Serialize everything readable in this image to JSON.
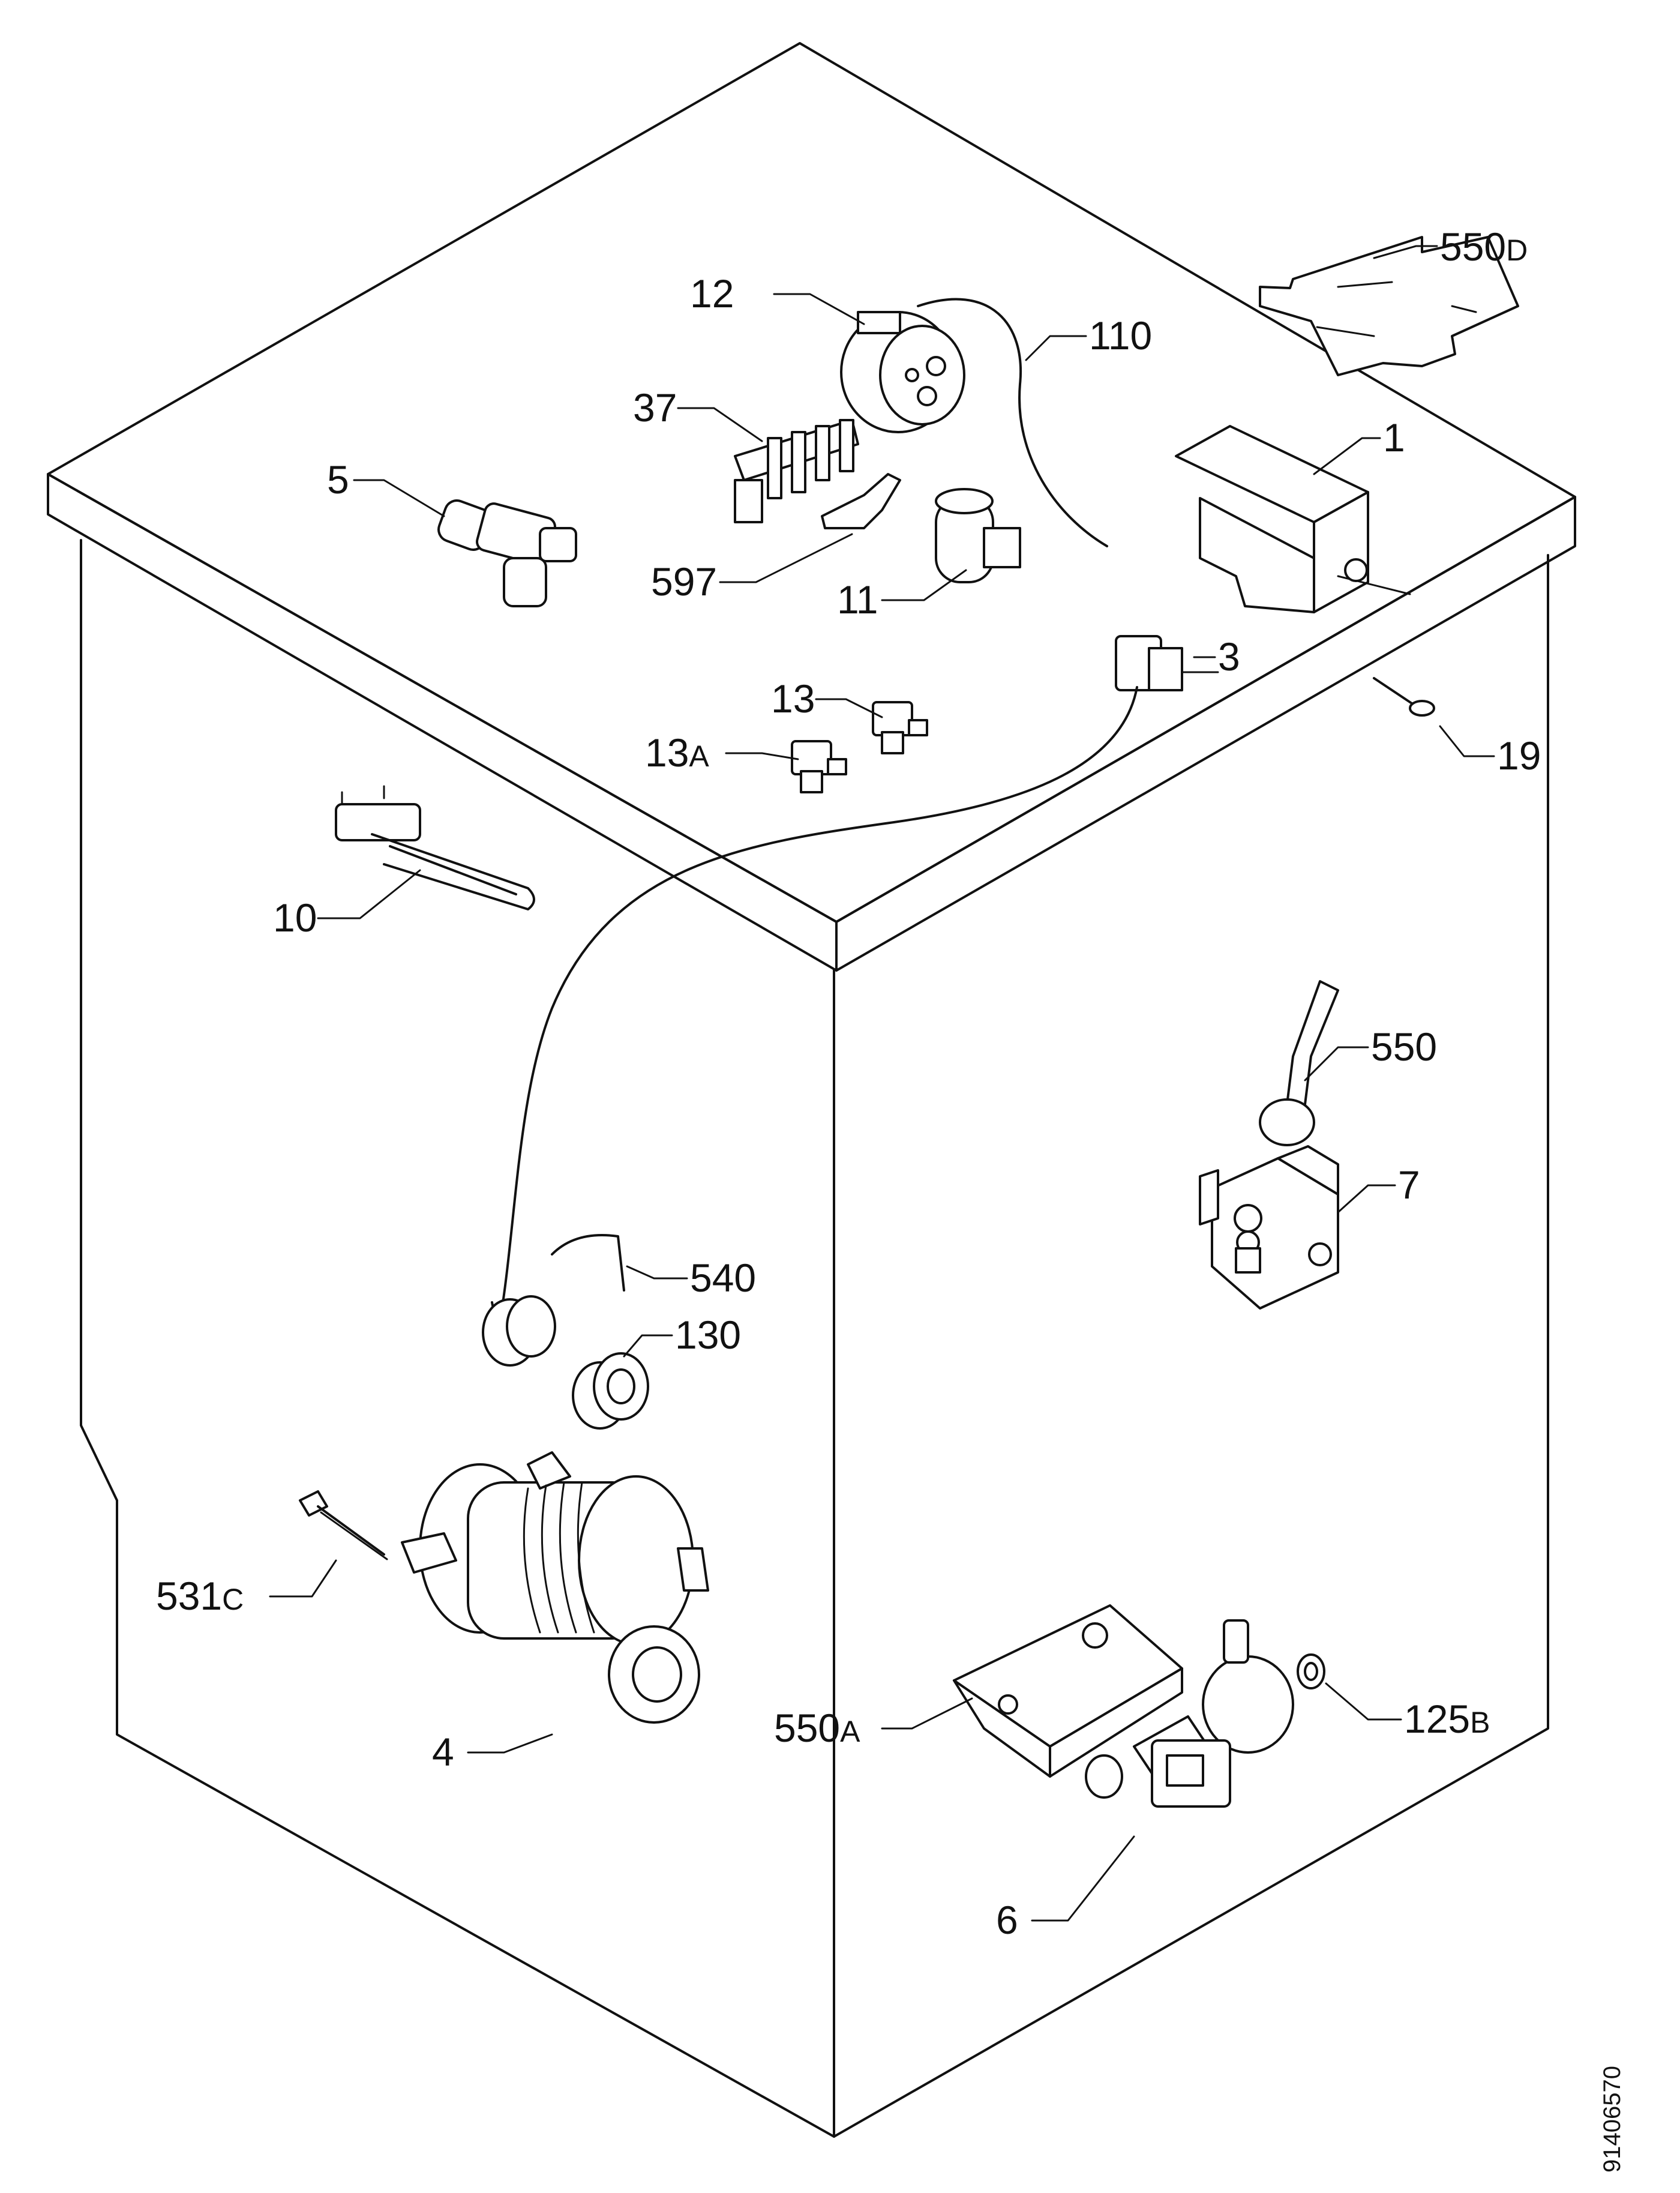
{
  "diagram": {
    "type": "exploded-parts-diagram",
    "document_number": "91406570",
    "parts": [
      {
        "id": "p1",
        "number": "1",
        "suffix": ""
      },
      {
        "id": "p3",
        "number": "3",
        "suffix": ""
      },
      {
        "id": "p4",
        "number": "4",
        "suffix": ""
      },
      {
        "id": "p5",
        "number": "5",
        "suffix": ""
      },
      {
        "id": "p6",
        "number": "6",
        "suffix": ""
      },
      {
        "id": "p7",
        "number": "7",
        "suffix": ""
      },
      {
        "id": "p10",
        "number": "10",
        "suffix": ""
      },
      {
        "id": "p11",
        "number": "11",
        "suffix": ""
      },
      {
        "id": "p12",
        "number": "12",
        "suffix": ""
      },
      {
        "id": "p13",
        "number": "13",
        "suffix": ""
      },
      {
        "id": "p13a",
        "number": "13",
        "suffix": "A"
      },
      {
        "id": "p19",
        "number": "19",
        "suffix": ""
      },
      {
        "id": "p37",
        "number": "37",
        "suffix": ""
      },
      {
        "id": "p110",
        "number": "110",
        "suffix": ""
      },
      {
        "id": "p125b",
        "number": "125",
        "suffix": "B"
      },
      {
        "id": "p130",
        "number": "130",
        "suffix": ""
      },
      {
        "id": "p531c",
        "number": "531",
        "suffix": "C"
      },
      {
        "id": "p540",
        "number": "540",
        "suffix": ""
      },
      {
        "id": "p550",
        "number": "550",
        "suffix": ""
      },
      {
        "id": "p550a",
        "number": "550",
        "suffix": "A"
      },
      {
        "id": "p550d",
        "number": "550",
        "suffix": "D"
      },
      {
        "id": "p597",
        "number": "597",
        "suffix": ""
      }
    ]
  }
}
